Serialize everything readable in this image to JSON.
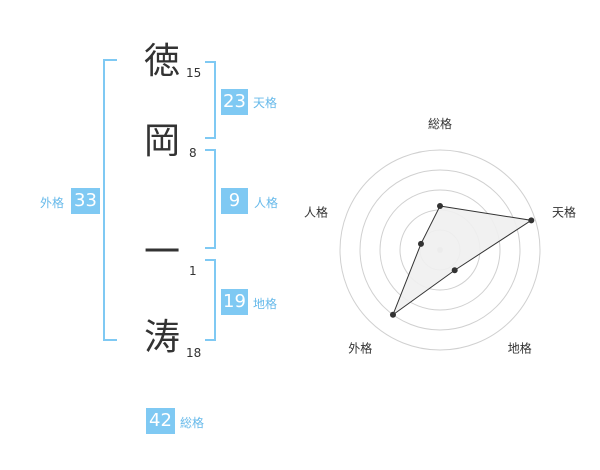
{
  "name_chars": [
    {
      "char": "徳",
      "strokes": "15"
    },
    {
      "char": "岡",
      "strokes": "8"
    },
    {
      "char": "一",
      "strokes": "1"
    },
    {
      "char": "涛",
      "strokes": "18"
    }
  ],
  "scores": {
    "tenkaku": {
      "value": "23",
      "label": "天格"
    },
    "jinkaku": {
      "value": "9",
      "label": "人格"
    },
    "chikaku": {
      "value": "19",
      "label": "地格"
    },
    "gaikaku": {
      "value": "33",
      "label": "外格"
    },
    "soukaku": {
      "value": "42",
      "label": "総格"
    }
  },
  "accent_color": "#7fc9f3",
  "label_color": "#66b9ea",
  "chart_data": {
    "type": "radar",
    "axes": [
      "総格",
      "天格",
      "地格",
      "外格",
      "人格"
    ],
    "values": [
      2.2,
      4.8,
      1.25,
      4.0,
      1.0
    ],
    "range": [
      0,
      5
    ],
    "rings": 5,
    "grid": true,
    "fill_color": "#f0f0f0",
    "line_color": "#333333"
  }
}
